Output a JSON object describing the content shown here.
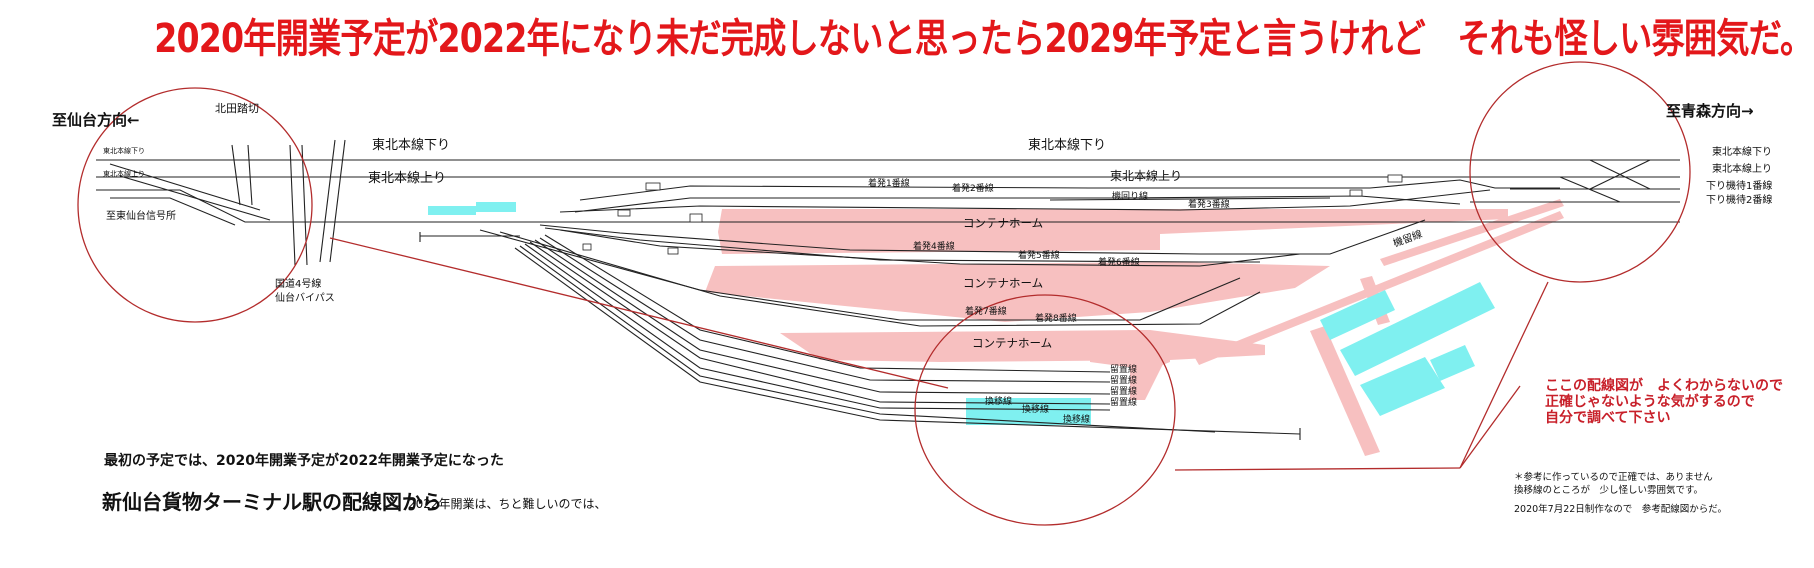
{
  "headline": "2020年開業予定が2022年になり未だ完成しないと思ったら2029年予定と言うけれど　それも怪しい雰囲気だ。",
  "directions": {
    "left": "至仙台方向←",
    "right": "至青森方向→"
  },
  "left_inset": {
    "crossing": "北田踏切",
    "down_main": "東北本線下り",
    "up_main": "東北本線上り",
    "signal_station": "至東仙台信号所",
    "highway": "国道4号線\n仙台バイパス"
  },
  "main_lines": {
    "down": "東北本線下り",
    "up": "東北本線上り",
    "down_center": "東北本線下り",
    "up_center": "東北本線上り"
  },
  "right_labels": {
    "down": "東北本線下り",
    "up": "東北本線上り",
    "wait1": "下り機待1番線",
    "wait2": "下り機待2番線"
  },
  "tracks": {
    "t1": "着発1番線",
    "t2": "着発2番線",
    "t3": "着発3番線",
    "loop": "機回り線",
    "t4": "着発4番線",
    "t5": "着発5番線",
    "t6": "着発6番線",
    "t7": "着発7番線",
    "t8": "着発8番線",
    "stabling": "機留線",
    "transfer": "換移線",
    "storage": "留置線"
  },
  "platforms": {
    "p1": "コンテナホーム",
    "p2": "コンテナホーム",
    "p3": "コンテナホーム"
  },
  "remarks": {
    "red": "ここの配線図が　よくわからないので\n正確じゃないような気がするので\n自分で調べて下さい",
    "note1": "＊参考に作っているので正確では、ありません\n換移線のところが　少し怪しい雰囲気です。",
    "note2": "2020年7月22日制作なので　参考配線図からだ。",
    "line1": "最初の予定では、2020年開業予定が2022年開業予定になった",
    "line2": "新仙台貨物ターミナル駅の配線図から",
    "line3": "2022年開業は、ちと難しいのでは、"
  },
  "colors": {
    "headline": "#e3171a",
    "platform": "#f7c0c0",
    "building": "#7ff0f0",
    "circle": "#b32c2c",
    "remark": "#c8202a",
    "track": "#222222"
  }
}
